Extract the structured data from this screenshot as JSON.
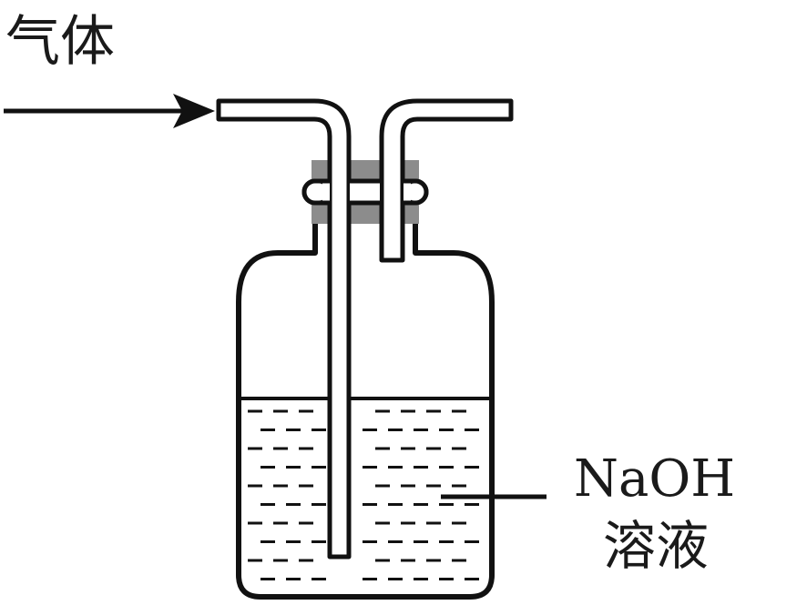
{
  "labels": {
    "gas": "气体",
    "solution_formula": "NaOH",
    "solution_word": "溶液"
  },
  "colors": {
    "ink": "#111111",
    "stopper": "#8c8c8c",
    "background": "#ffffff"
  }
}
